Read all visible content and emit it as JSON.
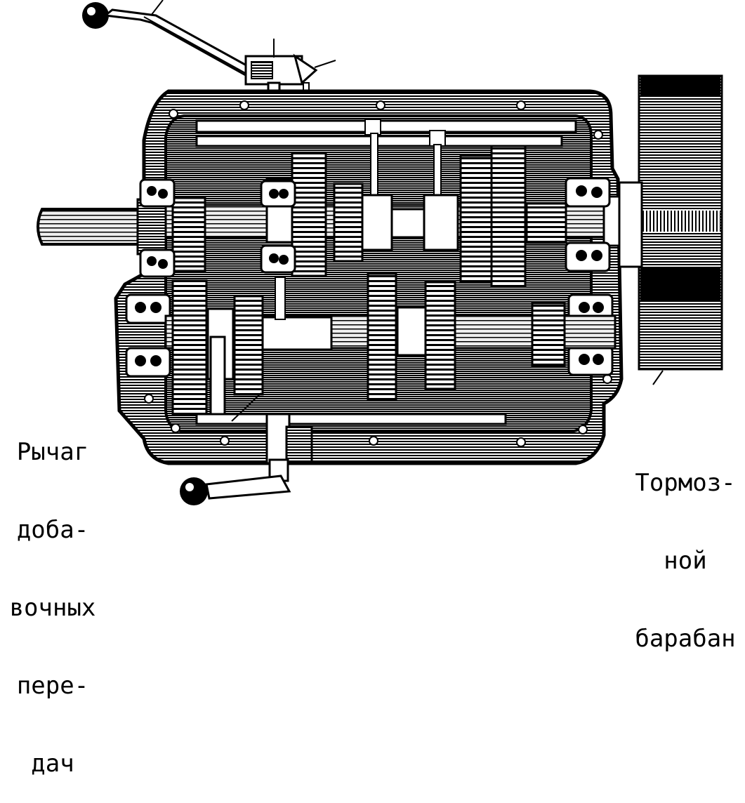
{
  "labels": {
    "left": {
      "lines": [
        "Рычаг",
        "доба-",
        "вочных",
        "пере-",
        "дач"
      ]
    },
    "right": {
      "lines": [
        "Тормоз-",
        "ной",
        "барабан"
      ]
    }
  },
  "colors": {
    "ink": "#000000",
    "paper": "#ffffff"
  }
}
